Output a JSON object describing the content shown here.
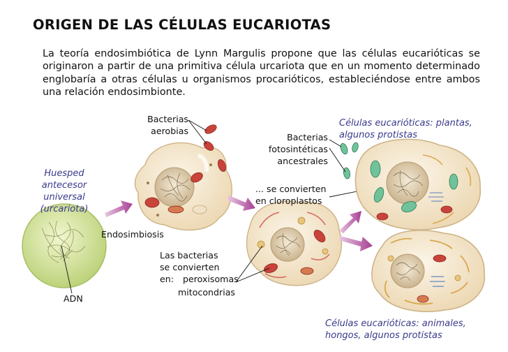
{
  "title": "ORIGEN DE LAS CÉLULAS EUCARIOTAS",
  "intro": "La teoría endosimbiótica de Lynn Margulis propone que las células eucarióticas se originaron a partir de una primitiva célula urcariota que en un momento determinado englobaría a otras células u organismos procarióticos, estableciéndose entre ambos una relación endosimbionte.",
  "labels": {
    "host": [
      "Huesped",
      "antecesor",
      "universal",
      "(urcariota)"
    ],
    "dna": "ADN",
    "endosymbiosis": "Endosimbiosis",
    "aerobic": [
      "Bacterias",
      "aerobias"
    ],
    "photosynthetic": [
      "Bacterias",
      "fotosintéticas",
      "ancestrales"
    ],
    "chloroplasts": [
      "... se convierten",
      "en cloroplastos"
    ],
    "become": [
      "Las bacterias",
      "se convierten",
      "en:"
    ],
    "peroxisomes": "peroxisomas",
    "mitochondria": "mitocondrias",
    "plants": [
      "Células eucarióticas: plantas,",
      "algunos protistas"
    ],
    "animals": [
      "Células eucarióticas: animales,",
      "hongos, algunos protistas"
    ]
  },
  "colors": {
    "host_cell": "#d9e6a0",
    "cell_fill": "#f7eedc",
    "mitochondria": "#c8443a",
    "chloroplast": "#6fc29a",
    "arrow": "#b04a9a",
    "caption": "#3a3a8c"
  }
}
